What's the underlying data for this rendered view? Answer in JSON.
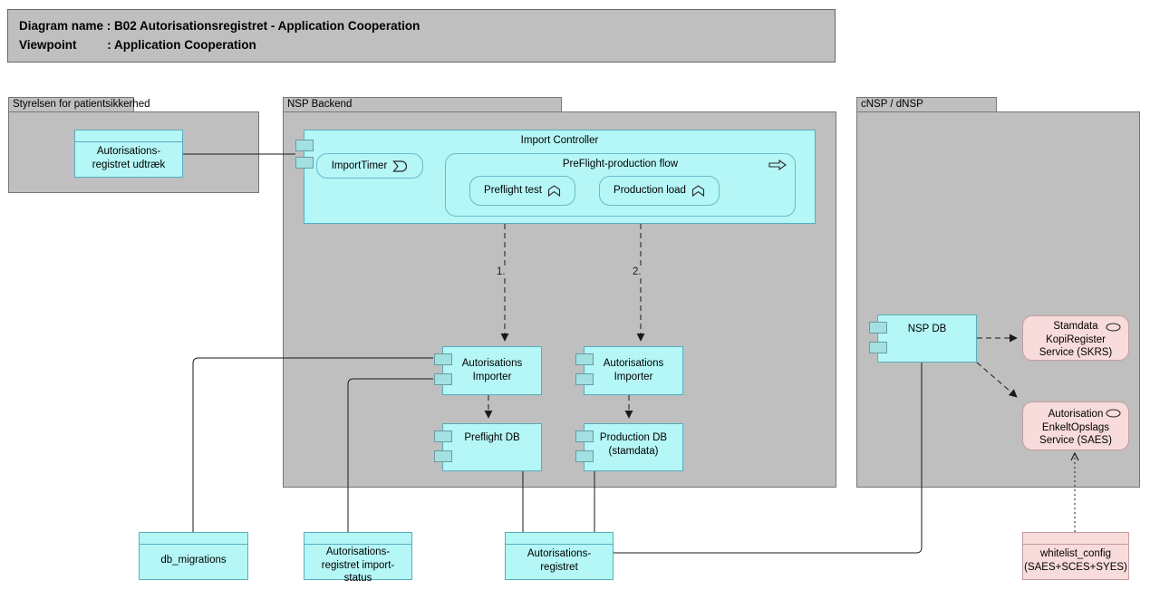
{
  "title": {
    "line1": "Diagram name : B02 Autorisationsregistret - Application Cooperation",
    "line2": "Viewpoint         : Application Cooperation"
  },
  "groups": {
    "patientsikkerhed": {
      "label": "Styrelsen for patientsikkerhed"
    },
    "nsp_backend": {
      "label": "NSP Backend"
    },
    "cnsp": {
      "label": "cNSP / dNSP"
    }
  },
  "nodes": {
    "udtraek": {
      "label": "Autorisations-\nregistret udtræk",
      "type": "artifact"
    },
    "import_controller": {
      "label": "Import Controller",
      "type": "component"
    },
    "import_timer": {
      "label": "ImportTimer",
      "type": "application-event"
    },
    "preflight_flow": {
      "label": "PreFlight-production flow",
      "type": "application-process"
    },
    "preflight_test": {
      "label": "Preflight test",
      "type": "application-function"
    },
    "production_load": {
      "label": "Production load",
      "type": "application-function"
    },
    "importer_preflight": {
      "label": "Autorisations\nImporter",
      "type": "component"
    },
    "importer_production": {
      "label": "Autorisations\nImporter",
      "type": "component"
    },
    "preflight_db": {
      "label": "Preflight DB",
      "type": "component"
    },
    "production_db": {
      "label": "Production DB\n(stamdata)",
      "type": "component"
    },
    "nsp_db": {
      "label": "NSP DB",
      "type": "component"
    },
    "skrs": {
      "label": "Stamdata\nKopiRegister\nService (SKRS)",
      "type": "application-service"
    },
    "saes": {
      "label": "Autorisation\nEnkeltOpslags\nService (SAES)",
      "type": "application-service"
    },
    "db_migrations": {
      "label": "db_migrations",
      "type": "artifact"
    },
    "import_status": {
      "label": "Autorisations-\nregistret import-\nstatus",
      "type": "artifact"
    },
    "autorisationsregistret": {
      "label": "Autorisations-\nregistret",
      "type": "artifact"
    },
    "whitelist_config": {
      "label": "whitelist_config\n(SAES+SCES+SYES)",
      "type": "artifact"
    }
  },
  "edges": {
    "step1_label": "1.",
    "step2_label": "2."
  },
  "colors": {
    "group_fill": "#bfbfbf",
    "group_border": "#777777",
    "element_fill_cyan": "#b5f6f6",
    "element_border_cyan": "#57aebe",
    "port_fill": "#a3e0e2",
    "element_fill_pink": "#f8dbdb",
    "element_border_pink": "#c59c9c",
    "connector": "#1a1a1a"
  }
}
